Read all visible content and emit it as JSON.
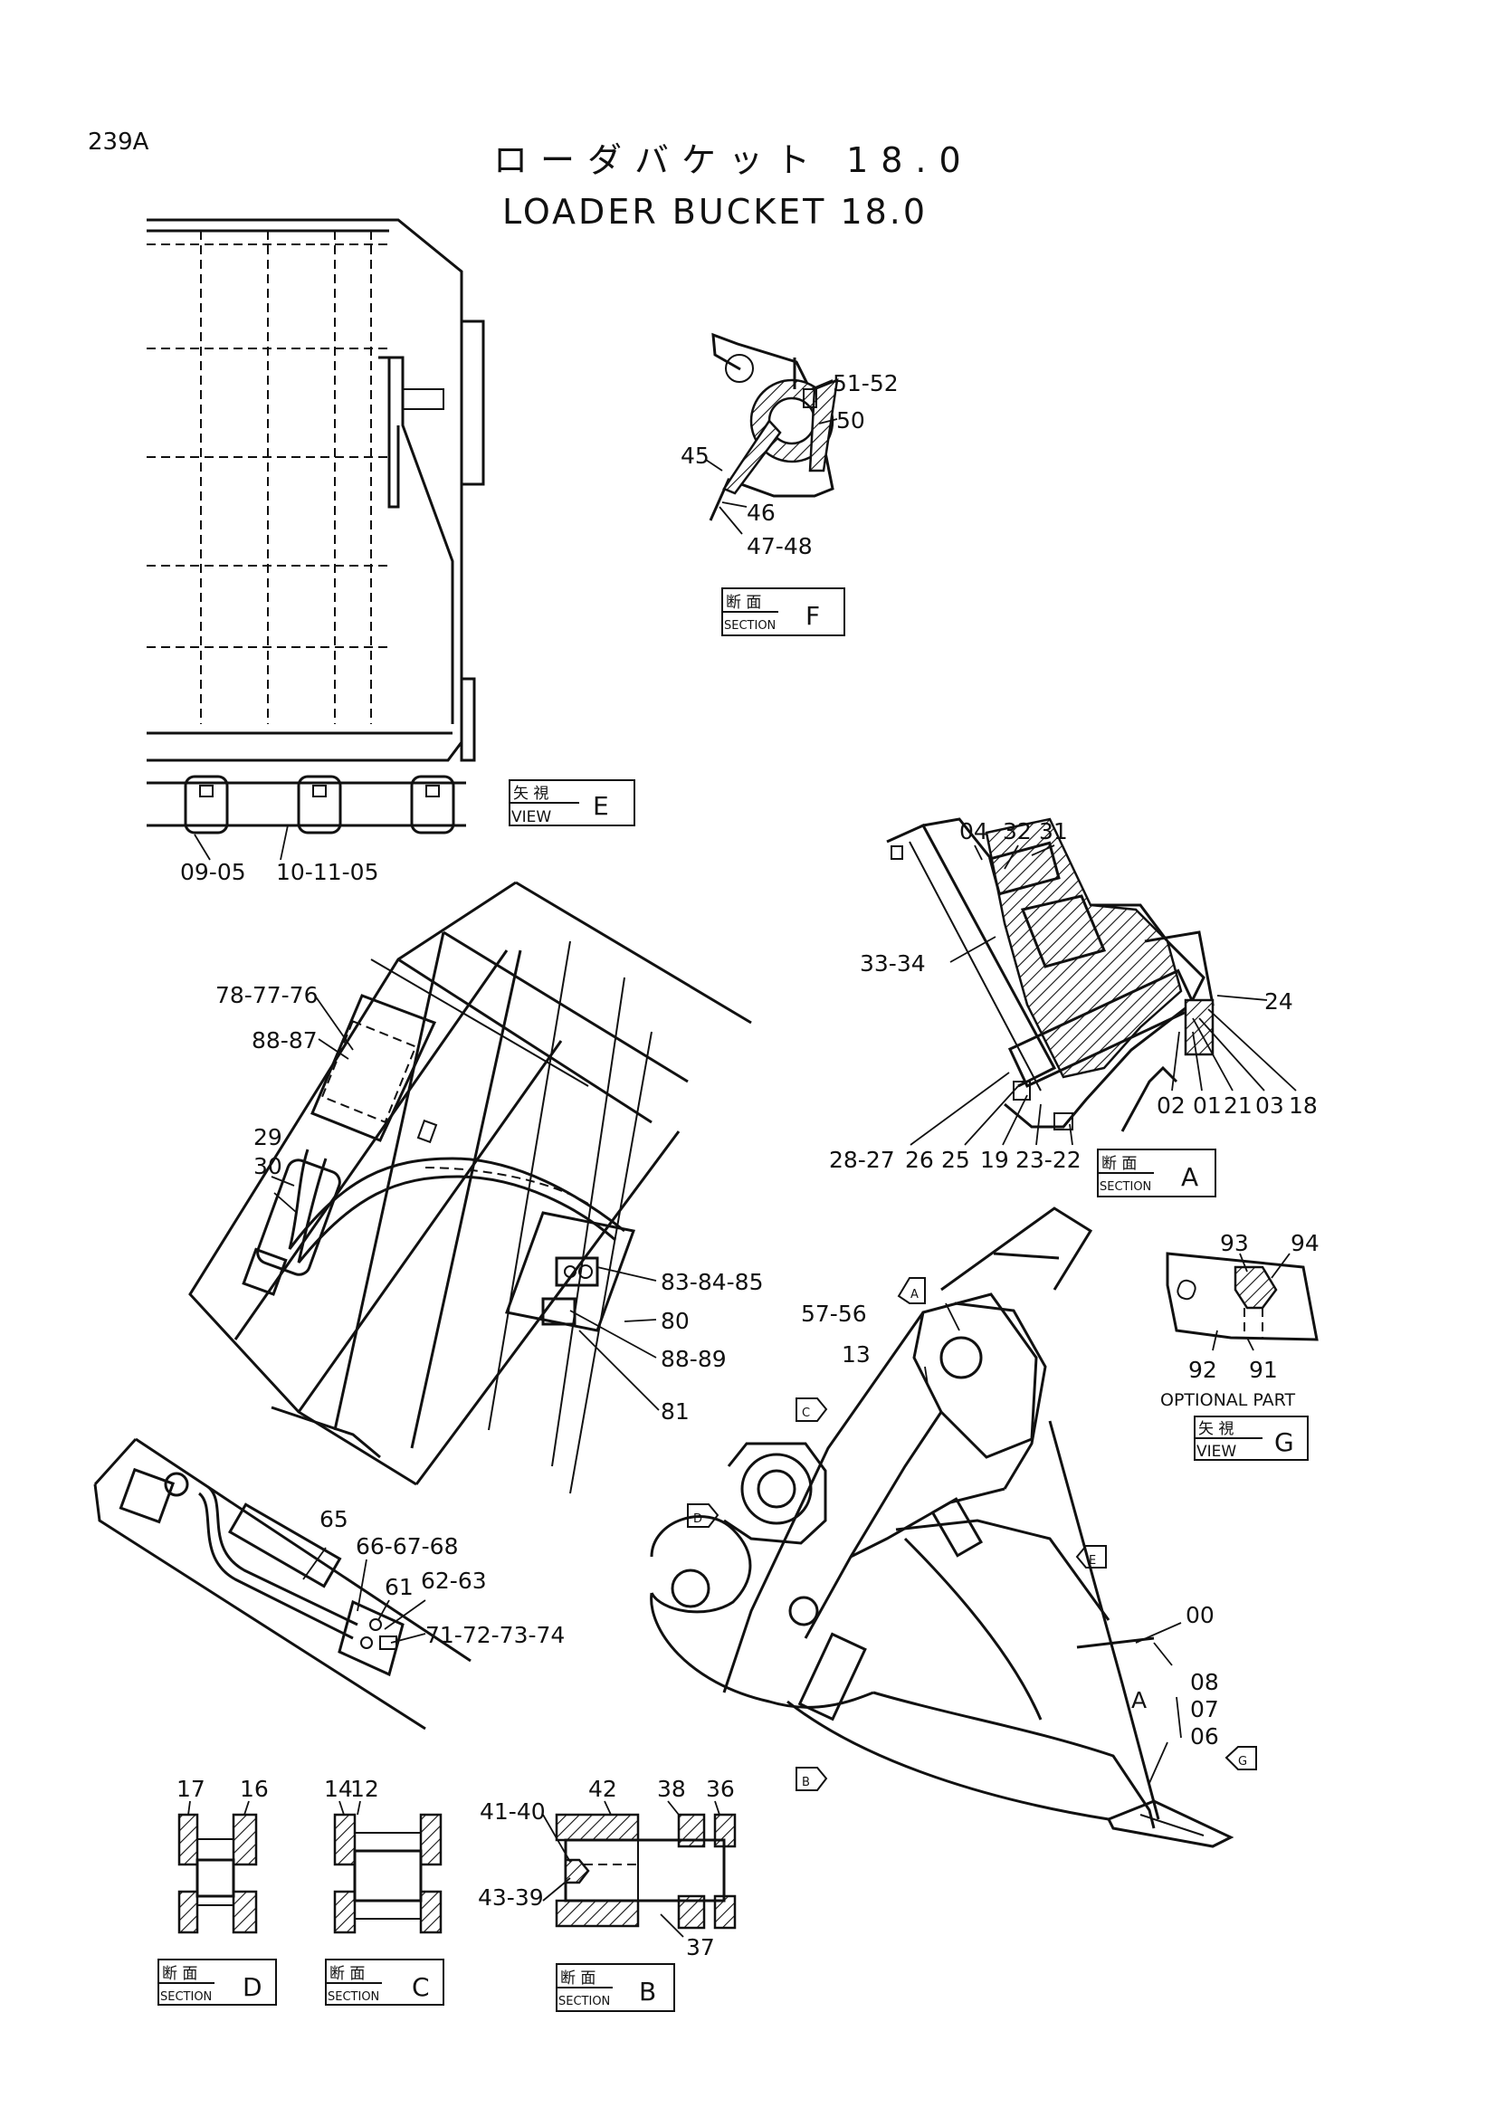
{
  "page_code": "239A",
  "title_jp": "ローダバケット 18.0",
  "title_en": "LOADER BUCKET 18.0",
  "section_kanji": "断 面",
  "section_en": "SECTION",
  "view_kanji": "矢 視",
  "view_en": "VIEW",
  "optional_part": "OPTIONAL PART",
  "boxes": {
    "F": "F",
    "E": "E",
    "A": "A",
    "G": "G",
    "D": "D",
    "C": "C",
    "B": "B"
  },
  "markers": {
    "A": "A",
    "C": "C",
    "D": "D",
    "E": "E",
    "B": "B",
    "G": "G",
    "A_plain": "A"
  },
  "parts": {
    "p51_52": "51-52",
    "p50": "50",
    "p45": "45",
    "p46": "46",
    "p47_48": "47-48",
    "p09_05": "09-05",
    "p10_11_05": "10-11-05",
    "p04": "04",
    "p32": "32",
    "p31": "31",
    "p33_34": "33-34",
    "p24": "24",
    "p02": "02",
    "p01": "01",
    "p21": "21",
    "p03": "03",
    "p18": "18",
    "p28_27": "28-27",
    "p26": "26",
    "p25": "25",
    "p19": "19",
    "p23_22": "23-22",
    "p78_77_76": "78-77-76",
    "p88_87": "88-87",
    "p29": "29",
    "p30": "30",
    "p83_84_85": "83-84-85",
    "p80": "80",
    "p88_89": "88-89",
    "p81": "81",
    "p57_56": "57-56",
    "p13": "13",
    "p93": "93",
    "p94": "94",
    "p92": "92",
    "p91": "91",
    "p65": "65",
    "p66_67_68": "66-67-68",
    "p61": "61",
    "p62_63": "62-63",
    "p71_72_73_74": "71-72-73-74",
    "p00": "00",
    "p08": "08",
    "p07": "07",
    "p06": "06",
    "p17": "17",
    "p16": "16",
    "p14": "14",
    "p12": "12",
    "p42": "42",
    "p38": "38",
    "p36": "36",
    "p41_40": "41-40",
    "p43_39": "43-39",
    "p37": "37"
  }
}
